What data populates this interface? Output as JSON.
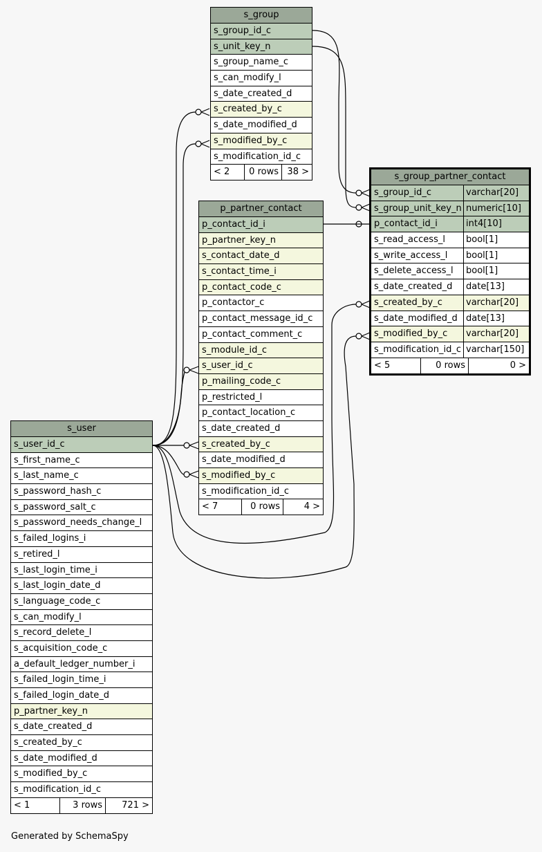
{
  "tables": {
    "s_group": {
      "title": "s_group",
      "columns": [
        {
          "name": "s_group_id_c",
          "kind": "pk"
        },
        {
          "name": "s_unit_key_n",
          "kind": "pk"
        },
        {
          "name": "s_group_name_c",
          "kind": "plain"
        },
        {
          "name": "s_can_modify_l",
          "kind": "plain"
        },
        {
          "name": "s_date_created_d",
          "kind": "plain"
        },
        {
          "name": "s_created_by_c",
          "kind": "fk"
        },
        {
          "name": "s_date_modified_d",
          "kind": "plain"
        },
        {
          "name": "s_modified_by_c",
          "kind": "fk"
        },
        {
          "name": "s_modification_id_c",
          "kind": "plain"
        }
      ],
      "footer": {
        "left": "< 2",
        "mid": "0 rows",
        "right": "38 >"
      }
    },
    "p_partner_contact": {
      "title": "p_partner_contact",
      "columns": [
        {
          "name": "p_contact_id_i",
          "kind": "pk"
        },
        {
          "name": "p_partner_key_n",
          "kind": "fk"
        },
        {
          "name": "s_contact_date_d",
          "kind": "fk"
        },
        {
          "name": "s_contact_time_i",
          "kind": "fk"
        },
        {
          "name": "p_contact_code_c",
          "kind": "fk"
        },
        {
          "name": "p_contactor_c",
          "kind": "plain"
        },
        {
          "name": "p_contact_message_id_c",
          "kind": "plain"
        },
        {
          "name": "p_contact_comment_c",
          "kind": "plain"
        },
        {
          "name": "s_module_id_c",
          "kind": "fk"
        },
        {
          "name": "s_user_id_c",
          "kind": "fk"
        },
        {
          "name": "p_mailing_code_c",
          "kind": "fk"
        },
        {
          "name": "p_restricted_l",
          "kind": "plain"
        },
        {
          "name": "p_contact_location_c",
          "kind": "plain"
        },
        {
          "name": "s_date_created_d",
          "kind": "plain"
        },
        {
          "name": "s_created_by_c",
          "kind": "fk"
        },
        {
          "name": "s_date_modified_d",
          "kind": "plain"
        },
        {
          "name": "s_modified_by_c",
          "kind": "fk"
        },
        {
          "name": "s_modification_id_c",
          "kind": "plain"
        }
      ],
      "footer": {
        "left": "< 7",
        "mid": "0 rows",
        "right": "4 >"
      }
    },
    "s_group_partner_contact": {
      "title": "s_group_partner_contact",
      "columns": [
        {
          "name": "s_group_id_c",
          "type": "varchar[20]",
          "kind": "pk"
        },
        {
          "name": "s_group_unit_key_n",
          "type": "numeric[10]",
          "kind": "pk"
        },
        {
          "name": "p_contact_id_i",
          "type": "int4[10]",
          "kind": "pk"
        },
        {
          "name": "s_read_access_l",
          "type": "bool[1]",
          "kind": "plain"
        },
        {
          "name": "s_write_access_l",
          "type": "bool[1]",
          "kind": "plain"
        },
        {
          "name": "s_delete_access_l",
          "type": "bool[1]",
          "kind": "plain"
        },
        {
          "name": "s_date_created_d",
          "type": "date[13]",
          "kind": "plain"
        },
        {
          "name": "s_created_by_c",
          "type": "varchar[20]",
          "kind": "fk"
        },
        {
          "name": "s_date_modified_d",
          "type": "date[13]",
          "kind": "plain"
        },
        {
          "name": "s_modified_by_c",
          "type": "varchar[20]",
          "kind": "fk"
        },
        {
          "name": "s_modification_id_c",
          "type": "varchar[150]",
          "kind": "plain"
        }
      ],
      "footer": {
        "left": "< 5",
        "mid": "0 rows",
        "right": "0 >"
      }
    },
    "s_user": {
      "title": "s_user",
      "columns": [
        {
          "name": "s_user_id_c",
          "kind": "pk"
        },
        {
          "name": "s_first_name_c",
          "kind": "plain"
        },
        {
          "name": "s_last_name_c",
          "kind": "plain"
        },
        {
          "name": "s_password_hash_c",
          "kind": "plain"
        },
        {
          "name": "s_password_salt_c",
          "kind": "plain"
        },
        {
          "name": "s_password_needs_change_l",
          "kind": "plain"
        },
        {
          "name": "s_failed_logins_i",
          "kind": "plain"
        },
        {
          "name": "s_retired_l",
          "kind": "plain"
        },
        {
          "name": "s_last_login_time_i",
          "kind": "plain"
        },
        {
          "name": "s_last_login_date_d",
          "kind": "plain"
        },
        {
          "name": "s_language_code_c",
          "kind": "plain"
        },
        {
          "name": "s_can_modify_l",
          "kind": "plain"
        },
        {
          "name": "s_record_delete_l",
          "kind": "plain"
        },
        {
          "name": "s_acquisition_code_c",
          "kind": "plain"
        },
        {
          "name": "a_default_ledger_number_i",
          "kind": "plain"
        },
        {
          "name": "s_failed_login_time_i",
          "kind": "plain"
        },
        {
          "name": "s_failed_login_date_d",
          "kind": "plain"
        },
        {
          "name": "p_partner_key_n",
          "kind": "fk"
        },
        {
          "name": "s_date_created_d",
          "kind": "plain"
        },
        {
          "name": "s_created_by_c",
          "kind": "plain"
        },
        {
          "name": "s_date_modified_d",
          "kind": "plain"
        },
        {
          "name": "s_modified_by_c",
          "kind": "plain"
        },
        {
          "name": "s_modification_id_c",
          "kind": "plain"
        }
      ],
      "footer": {
        "left": "< 1",
        "mid": "3 rows",
        "right": "721 >"
      }
    }
  },
  "colors": {
    "header": "#9ba898",
    "pk": "#bccdb8",
    "fk": "#f4f7de",
    "background": "#f7f7f7"
  },
  "generated_by": "Generated by SchemaSpy"
}
